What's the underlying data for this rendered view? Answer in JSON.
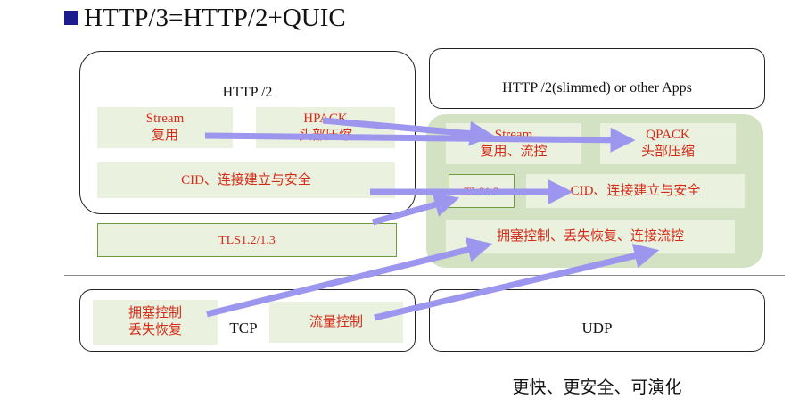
{
  "title": "HTTP/3=HTTP/2+QUIC",
  "left_stack": {
    "http2_label": "HTTP /2",
    "stream": [
      "Stream",
      "复用"
    ],
    "hpack": [
      "HPACK",
      "头部压缩"
    ],
    "cid": "CID、连接建立与安全",
    "tls": "TLS1.2/1.3",
    "congestion": [
      "拥塞控制",
      "丢失恢复"
    ],
    "tcp_label": "TCP",
    "flow": "流量控制"
  },
  "right_stack": {
    "http2_slimmed_label": "HTTP /2(slimmed) or other Apps",
    "stream": [
      "Stream",
      "复用、流控"
    ],
    "qpack": [
      "QPACK",
      "头部压缩"
    ],
    "tls": "TLS1.3",
    "cid": "CID、连接建立与安全",
    "congestion": "拥塞控制、丢失恢复、连接流控",
    "udp_label": "UDP"
  },
  "footer": "更快、更安全、可演化",
  "colors": {
    "accent_text": "#d62a18",
    "box_fill": "#ebf1df",
    "quic_background": "#d2e2c3",
    "arrow": "#9c96ee",
    "title_bullet": "#1c1c8c"
  }
}
